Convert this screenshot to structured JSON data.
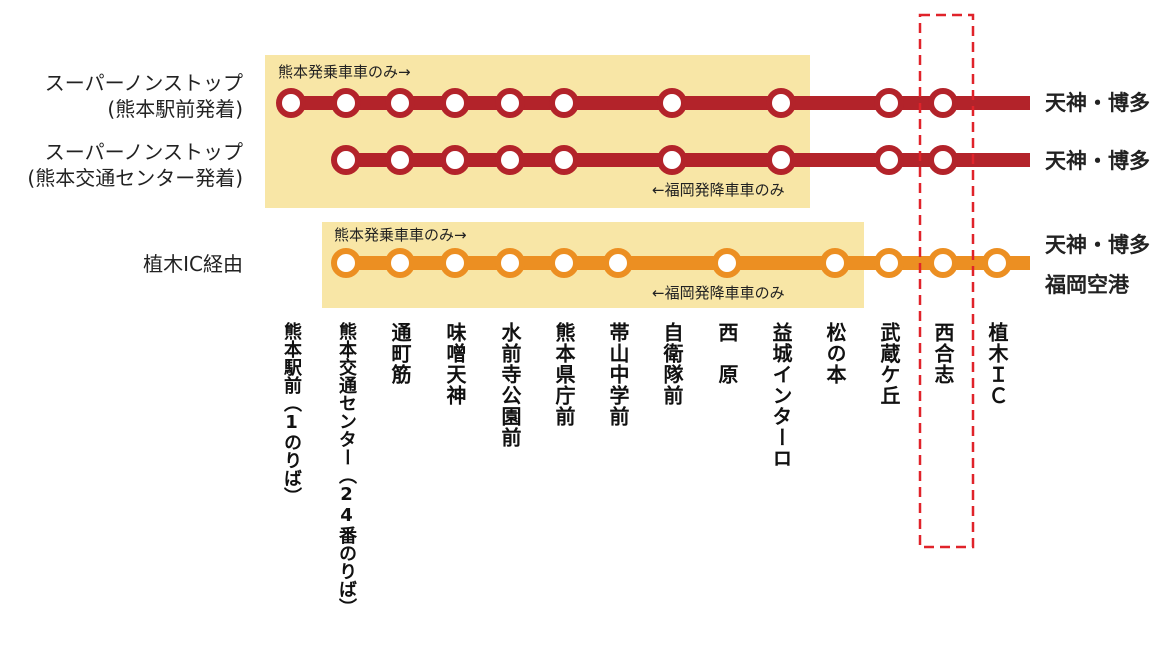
{
  "routes": [
    {
      "label_line1": "スーパーノンストップ",
      "label_line2": "(熊本駅前発着)",
      "color": "#b3232a",
      "destination": "天神・博多"
    },
    {
      "label_line1": "スーパーノンストップ",
      "label_line2": "(熊本交通センター発着)",
      "color": "#b3232a",
      "destination": "天神・博多"
    },
    {
      "label_line1": "植木IC経由",
      "color": "#ec8f22",
      "destination_line1": "天神・博多",
      "destination_line2": "福岡空港"
    }
  ],
  "zone_notes": {
    "boarding_only": "熊本発乗車車のみ→",
    "alighting_only": "←福岡発降車車のみ"
  },
  "stops": [
    "熊本駅前（1のりば）",
    "熊本交通センター（24番のりば）",
    "通町筋",
    "味噌天神",
    "水前寺公園前",
    "熊本県庁前",
    "帯山中学前",
    "自衛隊前",
    "西　原",
    "益城インターロ",
    "松の本",
    "武蔵ケ丘",
    "西合志",
    "植木ＩＣ"
  ],
  "colors": {
    "red_line": "#b3232a",
    "orange_line": "#ec8f22",
    "zone_fill": "#f8e6a6",
    "highlight_dash": "#e0232a"
  }
}
